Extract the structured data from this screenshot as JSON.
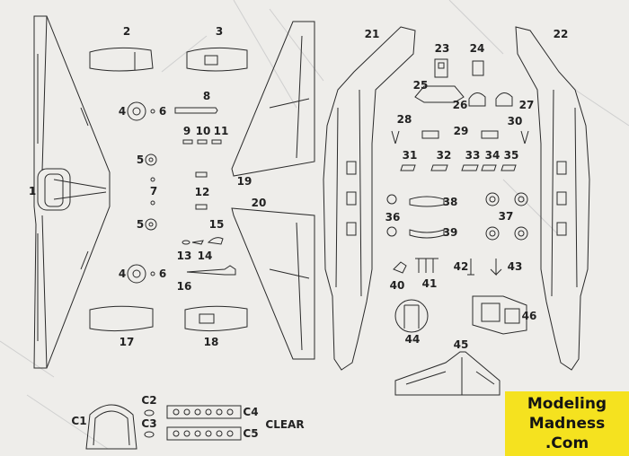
{
  "labels": {
    "p1": "1",
    "p2": "2",
    "p3": "3",
    "p4a": "4",
    "p4b": "4",
    "p5a": "5",
    "p5b": "5",
    "p6a": "6",
    "p6b": "6",
    "p7": "7",
    "p8": "8",
    "p9": "9",
    "p10": "10",
    "p11": "11",
    "p12": "12",
    "p13": "13",
    "p14": "14",
    "p15": "15",
    "p16": "16",
    "p17": "17",
    "p18": "18",
    "p19": "19",
    "p20": "20",
    "p21": "21",
    "p22": "22",
    "p23": "23",
    "p24": "24",
    "p25": "25",
    "p26": "26",
    "p27": "27",
    "p28": "28",
    "p29": "29",
    "p30": "30",
    "p31": "31",
    "p32": "32",
    "p33": "33",
    "p34": "34",
    "p35": "35",
    "p36": "36",
    "p37": "37",
    "p38": "38",
    "p39": "39",
    "p40": "40",
    "p41": "41",
    "p42": "42",
    "p43": "43",
    "p44": "44",
    "p45": "45",
    "p46": "46",
    "c1": "C1",
    "c2": "C2",
    "c3": "C3",
    "c4": "C4",
    "c5": "C5",
    "clear": "CLEAR"
  },
  "logo": {
    "line1": "Modeling",
    "line2": "Madness",
    "line3": ".Com"
  },
  "colors": {
    "paper": "#eeedea",
    "ink": "#2a2a2a",
    "logo_bg": "#f5e21f",
    "logo_text": "#141414"
  }
}
